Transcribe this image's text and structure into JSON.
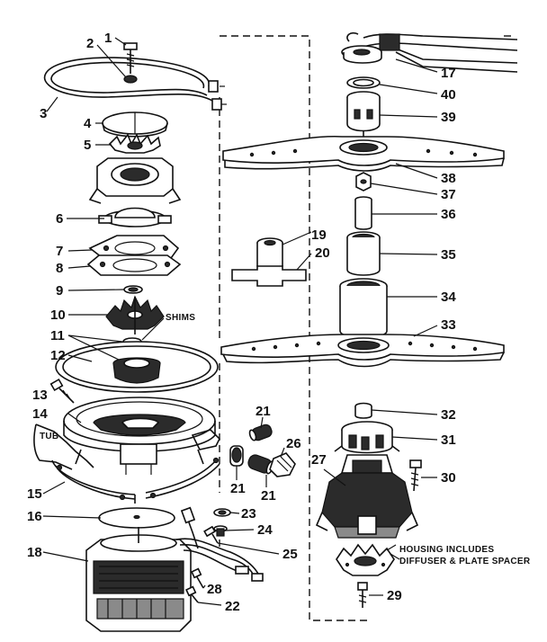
{
  "callouts": [
    {
      "id": "c1",
      "text": "1"
    },
    {
      "id": "c2",
      "text": "2"
    },
    {
      "id": "c3",
      "text": "3"
    },
    {
      "id": "c4",
      "text": "4"
    },
    {
      "id": "c5",
      "text": "5"
    },
    {
      "id": "c6",
      "text": "6"
    },
    {
      "id": "c7",
      "text": "7"
    },
    {
      "id": "c8",
      "text": "8"
    },
    {
      "id": "c9",
      "text": "9"
    },
    {
      "id": "c10",
      "text": "10"
    },
    {
      "id": "c11",
      "text": "11"
    },
    {
      "id": "c12",
      "text": "12"
    },
    {
      "id": "c13",
      "text": "13"
    },
    {
      "id": "c14",
      "text": "14"
    },
    {
      "id": "c15",
      "text": "15"
    },
    {
      "id": "c16",
      "text": "16"
    },
    {
      "id": "c18",
      "text": "18"
    },
    {
      "id": "c17",
      "text": "17"
    },
    {
      "id": "c40",
      "text": "40"
    },
    {
      "id": "c39",
      "text": "39"
    },
    {
      "id": "c38",
      "text": "38"
    },
    {
      "id": "c37",
      "text": "37"
    },
    {
      "id": "c36",
      "text": "36"
    },
    {
      "id": "c19",
      "text": "19"
    },
    {
      "id": "c20",
      "text": "20"
    },
    {
      "id": "c35",
      "text": "35"
    },
    {
      "id": "c34",
      "text": "34"
    },
    {
      "id": "c33",
      "text": "33"
    },
    {
      "id": "c21a",
      "text": "21"
    },
    {
      "id": "c26",
      "text": "26"
    },
    {
      "id": "c21b",
      "text": "21"
    },
    {
      "id": "c21c",
      "text": "21"
    },
    {
      "id": "c23",
      "text": "23"
    },
    {
      "id": "c24",
      "text": "24"
    },
    {
      "id": "c25",
      "text": "25"
    },
    {
      "id": "c22",
      "text": "22"
    },
    {
      "id": "c28",
      "text": "28"
    },
    {
      "id": "c32",
      "text": "32"
    },
    {
      "id": "c31",
      "text": "31"
    },
    {
      "id": "c27",
      "text": "27"
    },
    {
      "id": "c30",
      "text": "30"
    },
    {
      "id": "c29",
      "text": "29"
    }
  ],
  "notes": {
    "shims": "SHIMS",
    "tub": "TUB",
    "housing_line1": "HOUSING INCLUDES",
    "housing_line2": "DIFFUSER & PLATE SPACER"
  },
  "colors": {
    "ink": "#111111",
    "paper": "#ffffff",
    "shade_dark": "#2b2b2b",
    "shade_mid": "#8a8a8a"
  }
}
